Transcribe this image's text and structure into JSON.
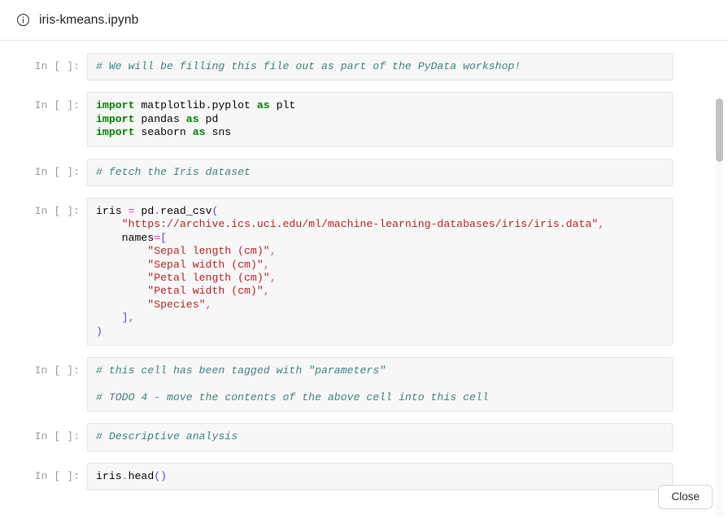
{
  "header": {
    "icon": "info-icon",
    "title": "iris-kmeans.ipynb"
  },
  "notebook": {
    "prompt_label": "In [ ]:",
    "cells": [
      {
        "id": "cell-1",
        "prompt": "In [ ]:",
        "lines": [
          [
            {
              "t": "comment",
              "s": "# We will be filling this file out as part of the PyData workshop!"
            }
          ]
        ]
      },
      {
        "id": "cell-2",
        "prompt": "In [ ]:",
        "lines": [
          [
            {
              "t": "keyword",
              "s": "import"
            },
            {
              "t": "name",
              "s": " matplotlib.pyplot "
            },
            {
              "t": "keyword",
              "s": "as"
            },
            {
              "t": "name",
              "s": " plt"
            }
          ],
          [
            {
              "t": "keyword",
              "s": "import"
            },
            {
              "t": "name",
              "s": " pandas "
            },
            {
              "t": "keyword",
              "s": "as"
            },
            {
              "t": "name",
              "s": " pd"
            }
          ],
          [
            {
              "t": "keyword",
              "s": "import"
            },
            {
              "t": "name",
              "s": " seaborn "
            },
            {
              "t": "keyword",
              "s": "as"
            },
            {
              "t": "name",
              "s": " sns"
            }
          ]
        ]
      },
      {
        "id": "cell-3",
        "prompt": "In [ ]:",
        "lines": [
          [
            {
              "t": "comment",
              "s": "# fetch the Iris dataset"
            }
          ]
        ]
      },
      {
        "id": "cell-4",
        "prompt": "In [ ]:",
        "lines": [
          [
            {
              "t": "name",
              "s": "iris "
            },
            {
              "t": "op",
              "s": "="
            },
            {
              "t": "name",
              "s": " pd"
            },
            {
              "t": "op",
              "s": "."
            },
            {
              "t": "name",
              "s": "read_csv"
            },
            {
              "t": "punct",
              "s": "("
            }
          ],
          [
            {
              "t": "string",
              "s": "    \"https://archive.ics.uci.edu/ml/machine-learning-databases/iris/iris.data\""
            },
            {
              "t": "op",
              "s": ","
            }
          ],
          [
            {
              "t": "name",
              "s": "    names"
            },
            {
              "t": "op",
              "s": "="
            },
            {
              "t": "punct",
              "s": "["
            }
          ],
          [
            {
              "t": "string",
              "s": "        \"Sepal length (cm)\""
            },
            {
              "t": "op",
              "s": ","
            }
          ],
          [
            {
              "t": "string",
              "s": "        \"Sepal width (cm)\""
            },
            {
              "t": "op",
              "s": ","
            }
          ],
          [
            {
              "t": "string",
              "s": "        \"Petal length (cm)\""
            },
            {
              "t": "op",
              "s": ","
            }
          ],
          [
            {
              "t": "string",
              "s": "        \"Petal width (cm)\""
            },
            {
              "t": "op",
              "s": ","
            }
          ],
          [
            {
              "t": "string",
              "s": "        \"Species\""
            },
            {
              "t": "op",
              "s": ","
            }
          ],
          [
            {
              "t": "punct",
              "s": "    ]"
            },
            {
              "t": "op",
              "s": ","
            }
          ],
          [
            {
              "t": "punct",
              "s": ")"
            }
          ]
        ]
      },
      {
        "id": "cell-5",
        "prompt": "In [ ]:",
        "lines": [
          [
            {
              "t": "comment",
              "s": "# this cell has been tagged with \"parameters\""
            }
          ],
          [
            {
              "t": "blank",
              "s": ""
            }
          ],
          [
            {
              "t": "comment",
              "s": "# TODO 4 - move the contents of the above cell into this cell"
            }
          ]
        ]
      },
      {
        "id": "cell-6",
        "prompt": "In [ ]:",
        "lines": [
          [
            {
              "t": "comment",
              "s": "# Descriptive analysis"
            }
          ]
        ]
      },
      {
        "id": "cell-7",
        "prompt": "In [ ]:",
        "lines": [
          [
            {
              "t": "name",
              "s": "iris"
            },
            {
              "t": "op",
              "s": "."
            },
            {
              "t": "name",
              "s": "head"
            },
            {
              "t": "punct",
              "s": "()"
            }
          ]
        ]
      }
    ]
  },
  "footer": {
    "close_label": "Close"
  },
  "colors": {
    "comment": "#408080",
    "keyword": "#008000",
    "string": "#ba2121",
    "operator": "#d63ac3",
    "punctuation": "#4a4af0",
    "cell_background": "#f7f7f7",
    "cell_border": "#e4e4e4",
    "prompt": "#9b9b9b"
  }
}
